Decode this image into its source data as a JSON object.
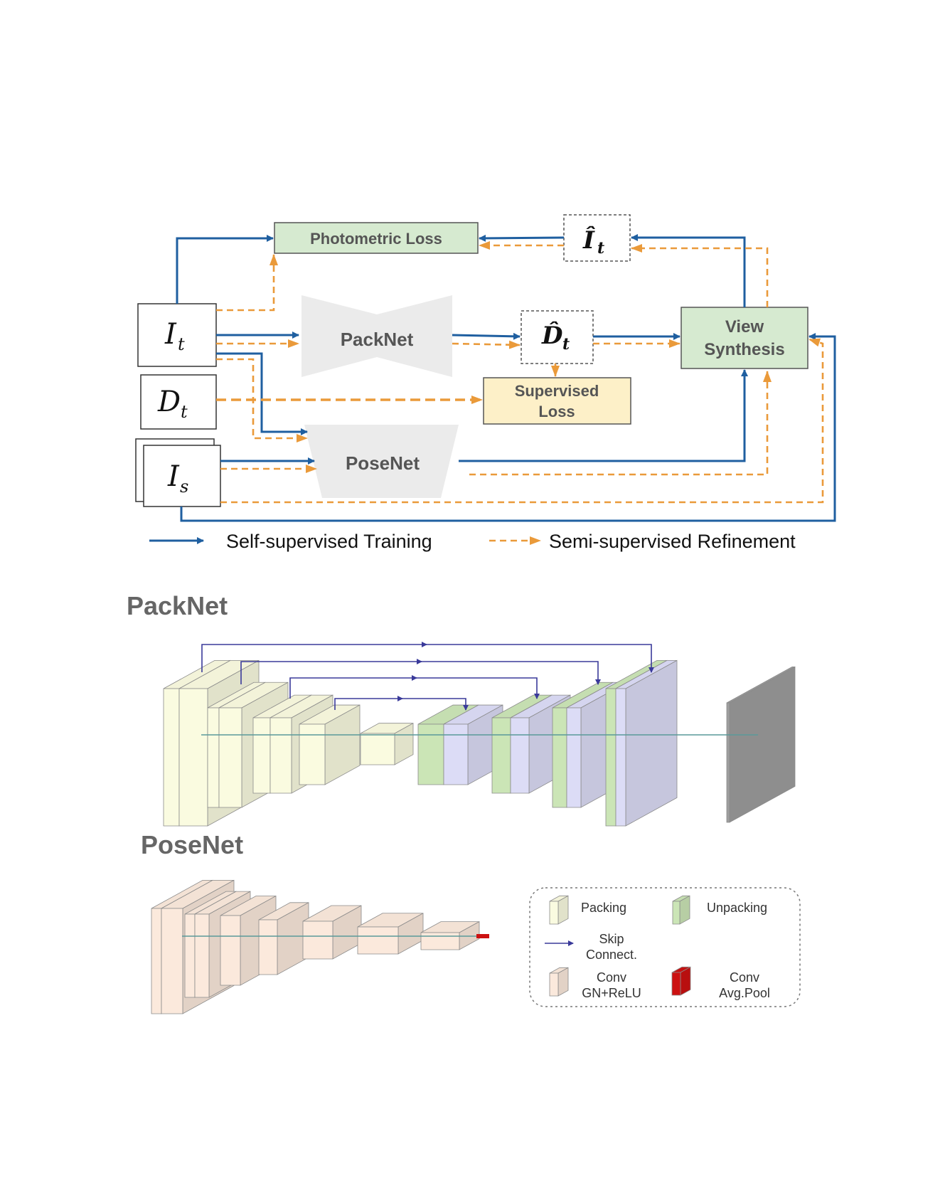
{
  "flow": {
    "photometric_loss": "Photometric Loss",
    "packnet": "PackNet",
    "posenet": "PoseNet",
    "view_synthesis_l1": "View",
    "view_synthesis_l2": "Synthesis",
    "supervised_l1": "Supervised",
    "supervised_l2": "Loss",
    "it_base": "I",
    "it_sub": "t",
    "dt_base": "D",
    "dt_sub": "t",
    "is_base": "I",
    "is_sub": "s",
    "ihat_base": "Î",
    "ihat_sub": "t",
    "dhat_base": "D̂",
    "dhat_sub": "t"
  },
  "legend_lines": {
    "self_supervised": "Self-supervised Training",
    "semi_supervised": "Semi-supervised Refinement"
  },
  "sections": {
    "packnet_title": "PackNet",
    "posenet_title": "PoseNet"
  },
  "block_legend": {
    "packing": "Packing",
    "unpacking": "Unpacking",
    "skip_l1": "Skip",
    "skip_l2": "Connect.",
    "conv_l1": "Conv",
    "conv_l2": "GN+ReLU",
    "pool_l1": "Conv",
    "pool_l2": "Avg.Pool"
  },
  "colors": {
    "blue": "#1f5fa0",
    "orange": "#ea9a3a",
    "green_box": "#d6ead0",
    "yellow_box": "#fdf0c8",
    "gray_shape": "#ebebeb",
    "packing": "#fafbe0",
    "unpacking": "#cbe5b6",
    "conv_gn": "#fbe9dc",
    "pool": "#cc1111",
    "decoder_body": "#dcdcf6",
    "output": "#9e9e9e"
  }
}
